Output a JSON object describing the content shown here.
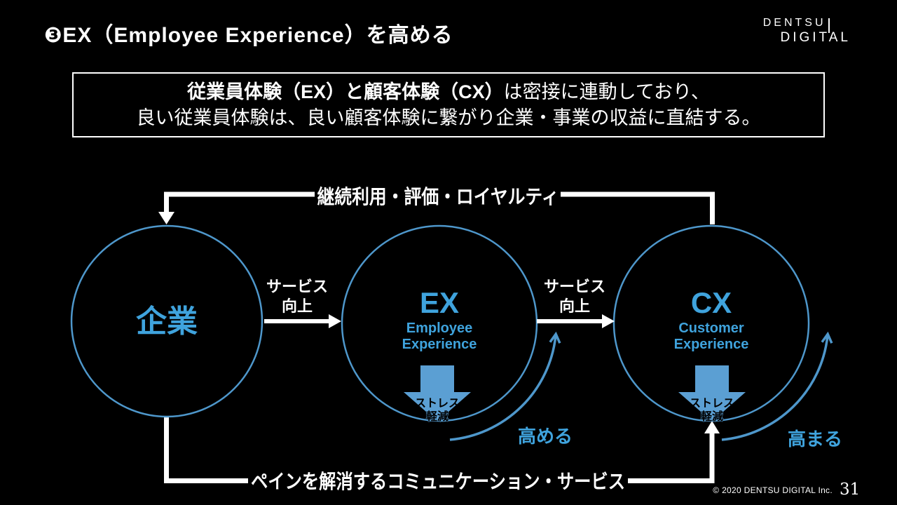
{
  "title": "❸EX（Employee Experience）を高める",
  "logo": {
    "line1": "DENTSU",
    "line2": "DIGITAL"
  },
  "message_box": {
    "line1_bold": "従業員体験（EX）と顧客体験（CX）",
    "line1_rest": "は密接に連動しており、",
    "line2": "良い従業員体験は、良い顧客体験に繋がり企業・事業の収益に直結する。"
  },
  "diagram": {
    "top_loop_label": "継続利用・評価・ロイヤルティ",
    "bottom_loop_label": "ペインを解消するコミュニケーション・サービス",
    "service_label": {
      "line1": "サービス",
      "line2": "向上"
    },
    "company": {
      "label": "企業"
    },
    "ex": {
      "label": "EX",
      "sub_line1": "Employee",
      "sub_line2": "Experience",
      "stress_line1": "ストレス",
      "stress_line2": "軽減",
      "outcome_label": "高める"
    },
    "cx": {
      "label": "CX",
      "sub_line1": "Customer",
      "sub_line2": "Experience",
      "stress_line1": "ストレス",
      "stress_line2": "軽減",
      "outcome_label": "高まる"
    }
  },
  "colors": {
    "circle_blue": "#4e97cb",
    "arrow_fill": "#5b9fd3",
    "text_blue": "#3fa3dd",
    "white": "#ffffff",
    "background": "#000000"
  },
  "footer": {
    "copyright": "© 2020 DENTSU DIGITAL Inc.",
    "page_number": "31"
  }
}
